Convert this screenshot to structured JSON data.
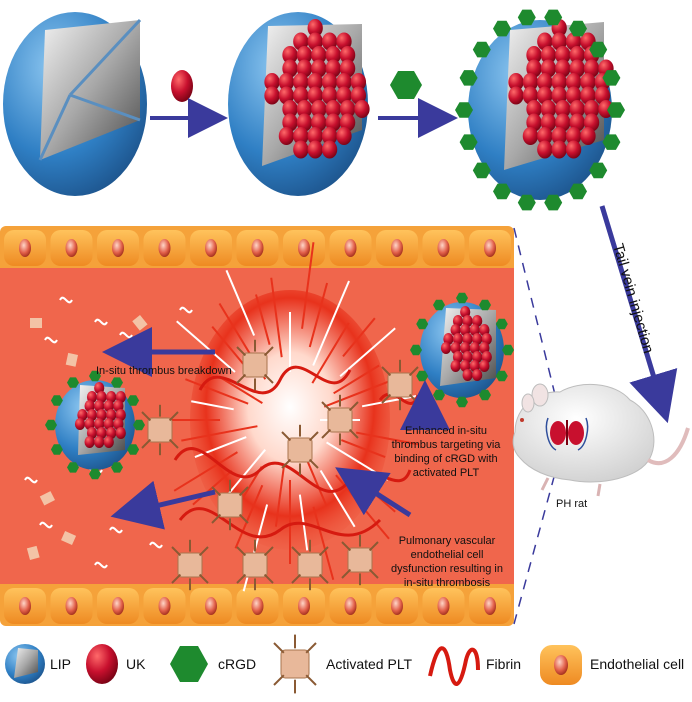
{
  "annotations": {
    "breakdown": "In-situ thrombus breakdown",
    "targeting": "Enhanced in-situ thrombus targeting via binding of cRGD with activated PLT",
    "dysfunction": "Pulmonary vascular endothelial cell dysfunction resulting in in-situ thrombosis",
    "injection": "Tail vein injection",
    "rat": "PH rat"
  },
  "legend": [
    {
      "icon": "lip-icon",
      "label": "LIP"
    },
    {
      "icon": "uk-icon",
      "label": "UK"
    },
    {
      "icon": "crgd-icon",
      "label": "cRGD"
    },
    {
      "icon": "activated-plt-icon",
      "label": "Activated PLT"
    },
    {
      "icon": "fibrin-icon",
      "label": "Fibrin"
    },
    {
      "icon": "endothelial-cell-icon",
      "label": "Endothelial cell"
    }
  ],
  "colors": {
    "vessel": "#f0664c",
    "endothelial": "#f5a23a",
    "nucleus": "#c8402a",
    "lipid": "#2f7fc4",
    "uk": "#c8102e",
    "crgd": "#1e8a2e",
    "arrow": "#3a3a9c",
    "plt": "#e8b89a"
  }
}
